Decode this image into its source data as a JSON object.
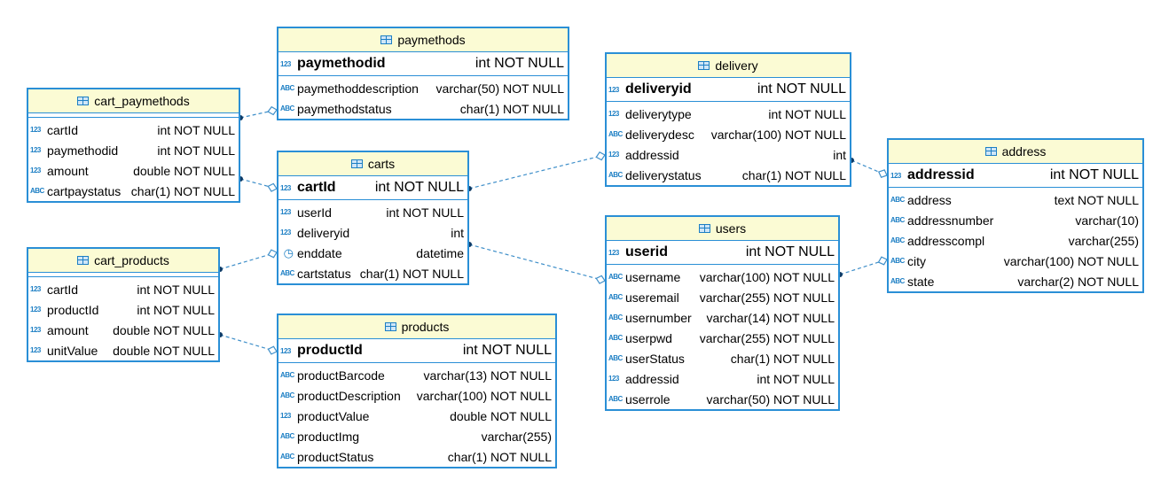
{
  "colors": {
    "border": "#2a8fd6",
    "header_bg": "#fbfbd4",
    "icon": "#1d7fc4",
    "link": "#3f8fc9"
  },
  "tables": {
    "paymethods": {
      "name": "paymethods",
      "pk": {
        "icon": "123",
        "name": "paymethodid",
        "type": "int NOT NULL"
      },
      "columns": [
        {
          "icon": "ABC",
          "name": "paymethoddescription",
          "type": "varchar(50) NOT NULL"
        },
        {
          "icon": "ABC",
          "name": "paymethodstatus",
          "type": "char(1) NOT NULL"
        }
      ]
    },
    "cart_paymethods": {
      "name": "cart_paymethods",
      "columns": [
        {
          "icon": "123",
          "name": "cartId",
          "type": "int NOT NULL"
        },
        {
          "icon": "123",
          "name": "paymethodid",
          "type": "int NOT NULL"
        },
        {
          "icon": "123",
          "name": "amount",
          "type": "double NOT NULL"
        },
        {
          "icon": "ABC",
          "name": "cartpaystatus",
          "type": "char(1) NOT NULL"
        }
      ]
    },
    "carts": {
      "name": "carts",
      "pk": {
        "icon": "123",
        "name": "cartId",
        "type": "int NOT NULL"
      },
      "columns": [
        {
          "icon": "123",
          "name": "userId",
          "type": "int NOT NULL"
        },
        {
          "icon": "123",
          "name": "deliveryid",
          "type": "int"
        },
        {
          "icon": "clock",
          "name": "enddate",
          "type": "datetime"
        },
        {
          "icon": "ABC",
          "name": "cartstatus",
          "type": "char(1) NOT NULL"
        }
      ]
    },
    "cart_products": {
      "name": "cart_products",
      "columns": [
        {
          "icon": "123",
          "name": "cartId",
          "type": "int NOT NULL"
        },
        {
          "icon": "123",
          "name": "productId",
          "type": "int NOT NULL"
        },
        {
          "icon": "123",
          "name": "amount",
          "type": "double NOT NULL"
        },
        {
          "icon": "123",
          "name": "unitValue",
          "type": "double NOT NULL"
        }
      ]
    },
    "products": {
      "name": "products",
      "pk": {
        "icon": "123",
        "name": "productId",
        "type": "int NOT NULL"
      },
      "columns": [
        {
          "icon": "ABC",
          "name": "productBarcode",
          "type": "varchar(13) NOT NULL"
        },
        {
          "icon": "ABC",
          "name": "productDescription",
          "type": "varchar(100) NOT NULL"
        },
        {
          "icon": "123",
          "name": "productValue",
          "type": "double NOT NULL"
        },
        {
          "icon": "ABC",
          "name": "productImg",
          "type": "varchar(255)"
        },
        {
          "icon": "ABC",
          "name": "productStatus",
          "type": "char(1) NOT NULL"
        }
      ]
    },
    "delivery": {
      "name": "delivery",
      "pk": {
        "icon": "123",
        "name": "deliveryid",
        "type": "int NOT NULL"
      },
      "columns": [
        {
          "icon": "123",
          "name": "deliverytype",
          "type": "int NOT NULL"
        },
        {
          "icon": "ABC",
          "name": "deliverydesc",
          "type": "varchar(100) NOT NULL"
        },
        {
          "icon": "123",
          "name": "addressid",
          "type": "int"
        },
        {
          "icon": "ABC",
          "name": "deliverystatus",
          "type": "char(1) NOT NULL"
        }
      ]
    },
    "users": {
      "name": "users",
      "pk": {
        "icon": "123",
        "name": "userid",
        "type": "int NOT NULL"
      },
      "columns": [
        {
          "icon": "ABC",
          "name": "username",
          "type": "varchar(100) NOT NULL"
        },
        {
          "icon": "ABC",
          "name": "useremail",
          "type": "varchar(255) NOT NULL"
        },
        {
          "icon": "ABC",
          "name": "usernumber",
          "type": "varchar(14) NOT NULL"
        },
        {
          "icon": "ABC",
          "name": "userpwd",
          "type": "varchar(255) NOT NULL"
        },
        {
          "icon": "ABC",
          "name": "userStatus",
          "type": "char(1) NOT NULL"
        },
        {
          "icon": "123",
          "name": "addressid",
          "type": "int NOT NULL"
        },
        {
          "icon": "ABC",
          "name": "userrole",
          "type": "varchar(50) NOT NULL"
        }
      ]
    },
    "address": {
      "name": "address",
      "pk": {
        "icon": "123",
        "name": "addressid",
        "type": "int NOT NULL"
      },
      "columns": [
        {
          "icon": "ABC",
          "name": "address",
          "type": "text NOT NULL"
        },
        {
          "icon": "ABC",
          "name": "addressnumber",
          "type": "varchar(10)"
        },
        {
          "icon": "ABC",
          "name": "addresscompl",
          "type": "varchar(255)"
        },
        {
          "icon": "ABC",
          "name": "city",
          "type": "varchar(100) NOT NULL"
        },
        {
          "icon": "ABC",
          "name": "state",
          "type": "varchar(2) NOT NULL"
        }
      ]
    }
  },
  "relationships": [
    {
      "from": "cart_paymethods",
      "to": "paymethods"
    },
    {
      "from": "cart_paymethods",
      "to": "carts"
    },
    {
      "from": "cart_products",
      "to": "carts"
    },
    {
      "from": "cart_products",
      "to": "products"
    },
    {
      "from": "carts",
      "to": "delivery"
    },
    {
      "from": "carts",
      "to": "users"
    },
    {
      "from": "delivery",
      "to": "address"
    },
    {
      "from": "users",
      "to": "address"
    }
  ]
}
